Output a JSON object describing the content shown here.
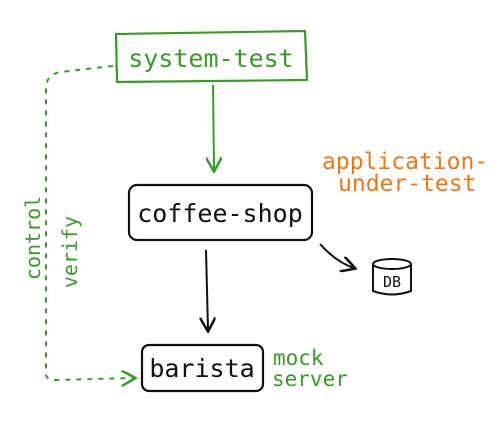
{
  "nodes": {
    "system_test": {
      "label": "system-test"
    },
    "coffee_shop": {
      "label": "coffee-shop"
    },
    "barista": {
      "label": "barista"
    },
    "db": {
      "label": "DB"
    }
  },
  "annotations": {
    "application_under_test": {
      "line1": "application-",
      "line2": "under-test"
    },
    "mock_server": {
      "line1": "mock",
      "line2": "server"
    },
    "control": "control",
    "verify": "verify"
  },
  "colors": {
    "green": "#3a9a2a",
    "orange": "#e8791e",
    "black": "#111111"
  }
}
